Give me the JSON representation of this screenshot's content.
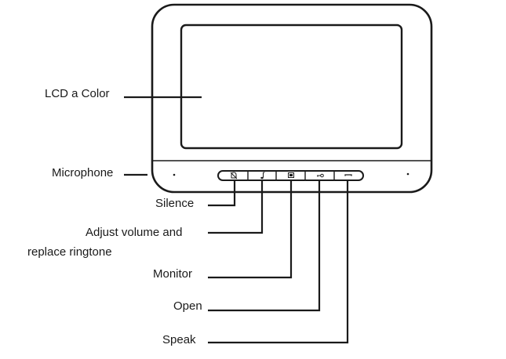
{
  "labels": {
    "lcd": "LCD a Color",
    "microphone": "Microphone",
    "silence": "Silence",
    "volume_line1": "Adjust volume and",
    "volume_line2": "replace ringtone",
    "monitor": "Monitor",
    "open": "Open",
    "speak": "Speak"
  },
  "icons": {
    "silence": "bell-off-icon",
    "volume": "music-note-icon",
    "monitor": "monitor-icon",
    "open": "key-icon",
    "speak": "handset-icon"
  }
}
